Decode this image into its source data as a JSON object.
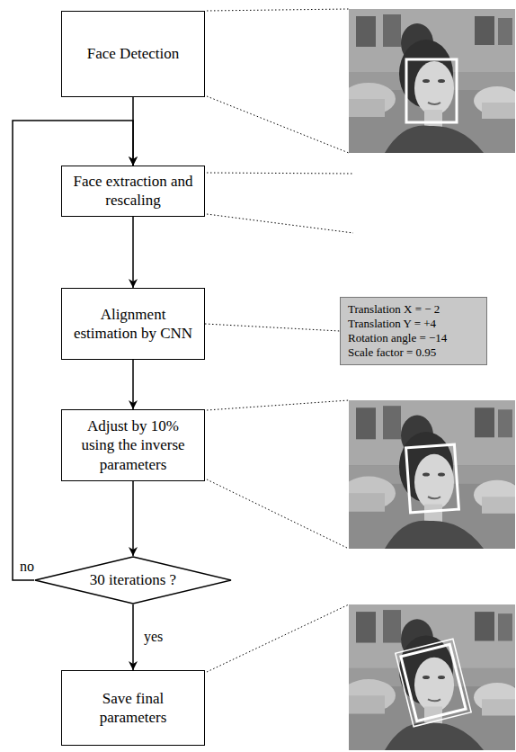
{
  "diagram": {
    "nodes": [
      {
        "text": [
          "Face Detection"
        ]
      },
      {
        "text": [
          "Face extraction and rescaling"
        ]
      },
      {
        "text": [
          "Alignment estimation by CNN"
        ]
      },
      {
        "text": [
          "Translation X = − 2",
          "Translation Y = +4",
          "Rotation angle = −14",
          "Scale factor = 0.95"
        ]
      },
      {
        "text": [
          "Adjust by 10% using the inverse parameters"
        ]
      },
      {
        "text": [
          "30 iterations ?"
        ]
      },
      {
        "text": [
          "Save final parameters"
        ]
      }
    ],
    "edges": [
      {
        "from": 0,
        "to": 1,
        "arrow": "to"
      },
      {
        "from": 1,
        "to": 2,
        "arrow": "to"
      },
      {
        "from": 2,
        "to": 3,
        "arrow": "none"
      },
      {
        "from": 2,
        "to": 4,
        "arrow": "to"
      },
      {
        "from": 4,
        "to": 5,
        "arrow": "to"
      },
      {
        "from": 5,
        "to": 1,
        "label": "no",
        "arrow": "to"
      },
      {
        "from": 5,
        "to": 6,
        "label": "yes",
        "arrow": "to"
      }
    ]
  }
}
